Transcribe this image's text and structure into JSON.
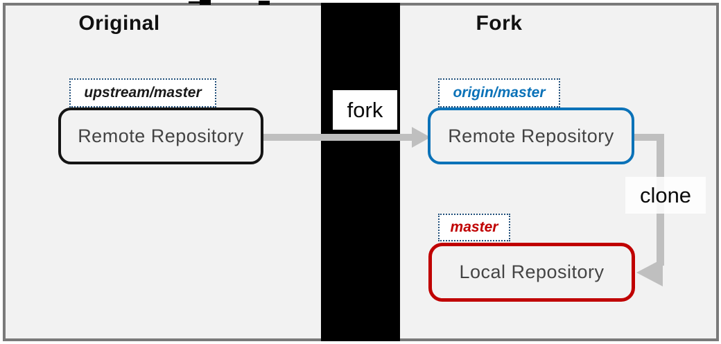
{
  "sections": {
    "original": {
      "title": "Original",
      "branch_tag": "upstream/master",
      "repository": "Remote Repository"
    },
    "fork": {
      "title": "Fork",
      "remote_branch_tag": "origin/master",
      "remote_repository": "Remote Repository",
      "local_branch_tag": "master",
      "local_repository": "Local Repository"
    }
  },
  "actions": {
    "fork_label": "fork",
    "clone_label": "clone"
  },
  "colors": {
    "panel_background": "#f2f2f2",
    "frame_border": "#7a7a7a",
    "divider_bar": "#000000",
    "original_box_border": "#141414",
    "fork_remote_box_border": "#0b72b8",
    "fork_local_box_border": "#c00000",
    "branch_tag_dotted_border": "#1f4e79",
    "upstream_tag_text": "#1a1a1a",
    "origin_tag_text": "#0b72b8",
    "master_tag_text": "#c00000",
    "repository_text": "#444444",
    "arrow": "#bfbfbf"
  }
}
